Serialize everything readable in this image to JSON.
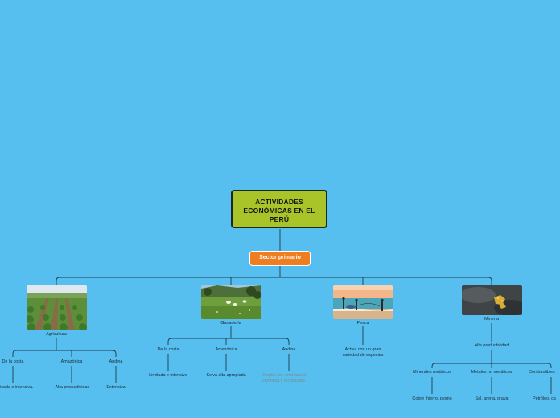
{
  "root": {
    "title": "ACTIVIDADES ECONÓMICAS EN EL PERÚ"
  },
  "sector": {
    "label": "Sector primario"
  },
  "colors": {
    "background": "#56bfef",
    "root_fill": "#a8c428",
    "sector_fill": "#f07d1e",
    "connector": "#1f3a4a"
  },
  "branches": {
    "agricultura": {
      "label": "Agricultura",
      "icon": "lettuce-field-photo",
      "children": [
        {
          "label": "De la costa",
          "detail": "icada e intensiva."
        },
        {
          "label": "Amazónica",
          "detail": "Alta productividad"
        },
        {
          "label": "Andina",
          "detail": "Extensiva"
        }
      ]
    },
    "ganaderia": {
      "label": "Ganadería",
      "icon": "cattle-pasture-photo",
      "children": [
        {
          "label": "De la costa",
          "detail": "Limitada e intensiva"
        },
        {
          "label": "Amazónica",
          "detail": "Selva alta apropiada"
        },
        {
          "label": "Andina",
          "detail_line1": "Amplia con  orientación",
          "detail_line2": "científica y tecnificada"
        }
      ]
    },
    "pesca": {
      "label": "Pesca",
      "icon": "fishermen-beach-photo",
      "detail_line1": "Activa con un gran",
      "detail_line2": "variedad de especies"
    },
    "mineria": {
      "label": "Minería",
      "icon": "gold-ore-photo",
      "summary": "Alta productividad",
      "children": [
        {
          "label": "Minerales metálicos",
          "detail": "Cobre ,hierro, plomo"
        },
        {
          "label": "Metales no metálicos",
          "detail": "Sal, arena, grava"
        },
        {
          "label": "Combustibles",
          "detail": "Petróleo, ca"
        }
      ]
    }
  }
}
